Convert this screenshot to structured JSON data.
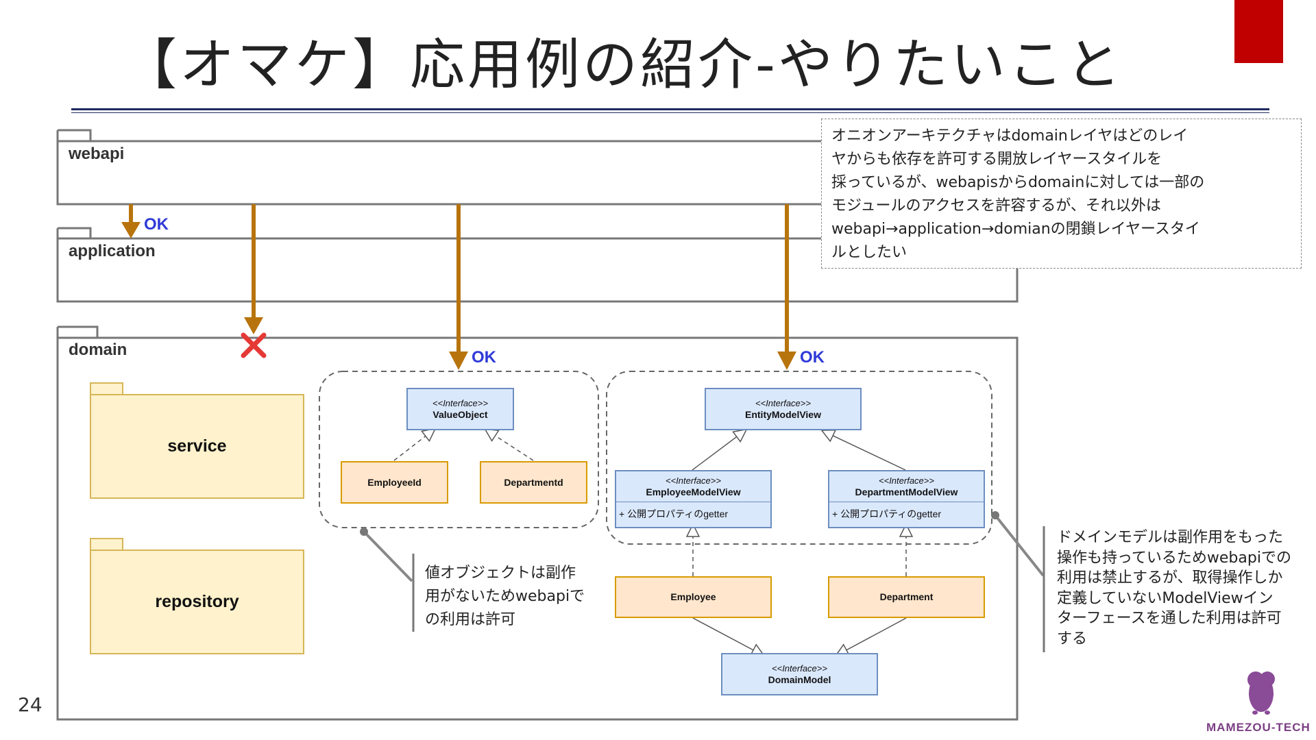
{
  "slide": {
    "title": "【オマケ】応用例の紹介-やりたいこと",
    "page_number": "24",
    "brand": "MAMEZOU-TECH",
    "accent_color": "#c00000",
    "rule_color": "#1f2a5e"
  },
  "diagram": {
    "packages": {
      "webapi": "webapi",
      "application": "application",
      "domain": "domain"
    },
    "folders": {
      "service": "service",
      "repository": "repository"
    },
    "dependency_labels": {
      "webapi_to_application": "OK",
      "webapi_to_value_objects": "OK",
      "webapi_to_entity_model_views": "OK"
    },
    "forbidden_icon": "red-cross-icon",
    "classes": {
      "value_object": {
        "stereotype": "<<Interface>>",
        "name": "ValueObject"
      },
      "employee_id": {
        "name": "EmployeeId"
      },
      "department_id": {
        "name": "Departmentd"
      },
      "entity_model_view": {
        "stereotype": "<<Interface>>",
        "name": "EntityModelView"
      },
      "employee_model_view": {
        "stereotype": "<<Interface>>",
        "name": "EmployeeModelView",
        "attribute": "+ 公開プロパティのgetter"
      },
      "department_model_view": {
        "stereotype": "<<Interface>>",
        "name": "DepartmentModelView",
        "attribute": "+ 公開プロパティのgetter"
      },
      "employee": {
        "name": "Employee"
      },
      "department": {
        "name": "Department"
      },
      "domain_model": {
        "stereotype": "<<Interface>>",
        "name": "DomainModel"
      }
    },
    "colors": {
      "arrow": "#b8740c",
      "interface_fill": "#dae8fc",
      "interface_stroke": "#6c8ebf",
      "class_fill": "#ffe6cc",
      "class_stroke": "#d79b00",
      "folder_fill": "#fff2cc",
      "folder_stroke": "#d6b656",
      "ok_text": "#2f3ad8",
      "cross": "#e53935"
    }
  },
  "notes": {
    "callout": [
      "オニオンアーキテクチャはdomainレイヤはどのレイ",
      "ヤからも依存を許可する開放レイヤースタイルを",
      "採っているが、webapisからdomainに対しては一部の",
      "モジュールのアクセスを許容するが、それ以外は",
      "webapi→application→domianの閉鎖レイヤースタイ",
      "ルとしたい"
    ],
    "value_object_note": [
      "値オブジェクトは副作",
      "用がないためwebapiで",
      "の利用は許可"
    ],
    "domain_model_note": [
      "ドメインモデルは副作用をもった",
      "操作も持っているためwebapiでの",
      "利用は禁止するが、取得操作しか",
      "定義していないModelViewイン",
      "ターフェースを通した利用は許可",
      "する"
    ]
  }
}
